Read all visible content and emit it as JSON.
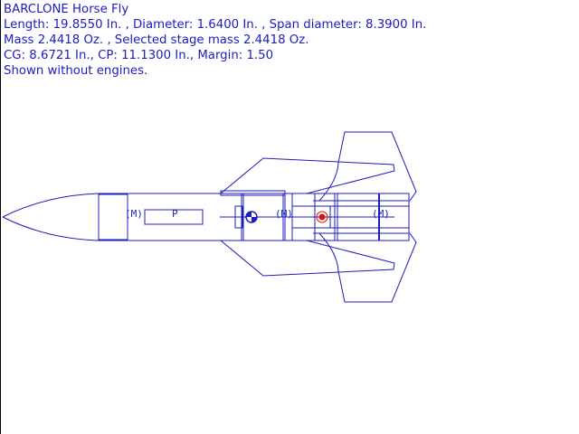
{
  "info": {
    "title": "BARCLONE Horse Fly",
    "dimensions": "Length: 19.8550 In. , Diameter: 1.6400 In. , Span diameter: 8.3900 In.",
    "mass": "Mass 2.4418 Oz. , Selected stage mass 2.4418 Oz.",
    "stability": "CG: 8.6721 In., CP: 11.1300 In., Margin: 1.50",
    "note": "Shown without engines."
  },
  "labels": {
    "mass_1": "(M)",
    "parachute": "P",
    "mass_2": "(M)",
    "mass_3": "(M)"
  },
  "colors": {
    "outline": "#1c1cc0",
    "cp": "#e01010"
  }
}
